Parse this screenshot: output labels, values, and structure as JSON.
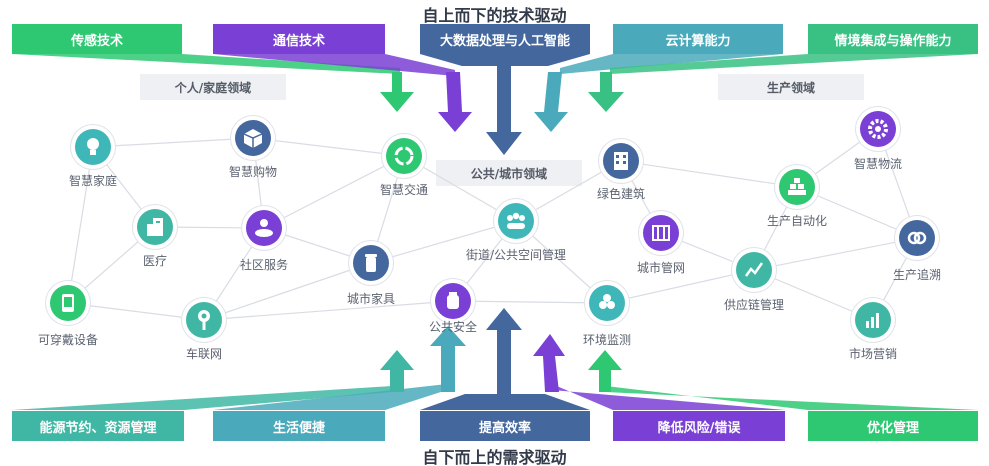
{
  "top_title": "自上而下的技术驱动",
  "bottom_title": "自下而上的需求驱动",
  "top_boxes": [
    {
      "label": "传感技术",
      "color": "#2ec872"
    },
    {
      "label": "通信技术",
      "color": "#7a3fd4"
    },
    {
      "label": "大数据处理与人工智能",
      "color": "#44679e"
    },
    {
      "label": "云计算能力",
      "color": "#4aaabb"
    },
    {
      "label": "情境集成与操作能力",
      "color": "#38c183"
    }
  ],
  "bottom_boxes": [
    {
      "label": "能源节约、资源管理",
      "color": "#3fb7a4"
    },
    {
      "label": "生活便捷",
      "color": "#4aaabb"
    },
    {
      "label": "提高效率",
      "color": "#44679e"
    },
    {
      "label": "降低风险/错误",
      "color": "#7a3fd4"
    },
    {
      "label": "优化管理",
      "color": "#2ec872"
    }
  ],
  "domains": {
    "personal": "个人/家庭领域",
    "public": "公共/城市领域",
    "production": "生产领域"
  },
  "nodes": [
    {
      "id": "home",
      "label": "智慧家庭",
      "color": "#3fb7b9",
      "icon": "bulb-icon"
    },
    {
      "id": "shop",
      "label": "智慧购物",
      "color": "#44679e",
      "icon": "box-icon"
    },
    {
      "id": "traffic",
      "label": "智慧交通",
      "color": "#2ec872",
      "icon": "ring-icon"
    },
    {
      "id": "medical",
      "label": "医疗",
      "color": "#3fb7a4",
      "icon": "hospital-icon"
    },
    {
      "id": "community",
      "label": "社区服务",
      "color": "#7a3fd4",
      "icon": "people-icon"
    },
    {
      "id": "wearable",
      "label": "可穿戴设备",
      "color": "#2ec872",
      "icon": "phone-icon"
    },
    {
      "id": "car",
      "label": "车联网",
      "color": "#3fb7a4",
      "icon": "pin-icon"
    },
    {
      "id": "furniture",
      "label": "城市家具",
      "color": "#44679e",
      "icon": "bin-icon"
    },
    {
      "id": "safety",
      "label": "公共安全",
      "color": "#7a3fd4",
      "icon": "camera-icon"
    },
    {
      "id": "street",
      "label": "街道/公共空间管理",
      "color": "#3fb7b9",
      "icon": "group-icon"
    },
    {
      "id": "green",
      "label": "绿色建筑",
      "color": "#44679e",
      "icon": "building-icon"
    },
    {
      "id": "citynet",
      "label": "城市管网",
      "color": "#7a3fd4",
      "icon": "grid-icon"
    },
    {
      "id": "env",
      "label": "环境监测",
      "color": "#3fb7b9",
      "icon": "dots-icon"
    },
    {
      "id": "automation",
      "label": "生产自动化",
      "color": "#2ec872",
      "icon": "boxes-icon"
    },
    {
      "id": "logistics",
      "label": "智慧物流",
      "color": "#7a3fd4",
      "icon": "gear-icon"
    },
    {
      "id": "supply",
      "label": "供应链管理",
      "color": "#3fb7a4",
      "icon": "chart-line-icon"
    },
    {
      "id": "trace",
      "label": "生产追溯",
      "color": "#44679e",
      "icon": "loop-icon"
    },
    {
      "id": "marketing",
      "label": "市场营销",
      "color": "#3fb7a4",
      "icon": "bar-icon"
    }
  ]
}
